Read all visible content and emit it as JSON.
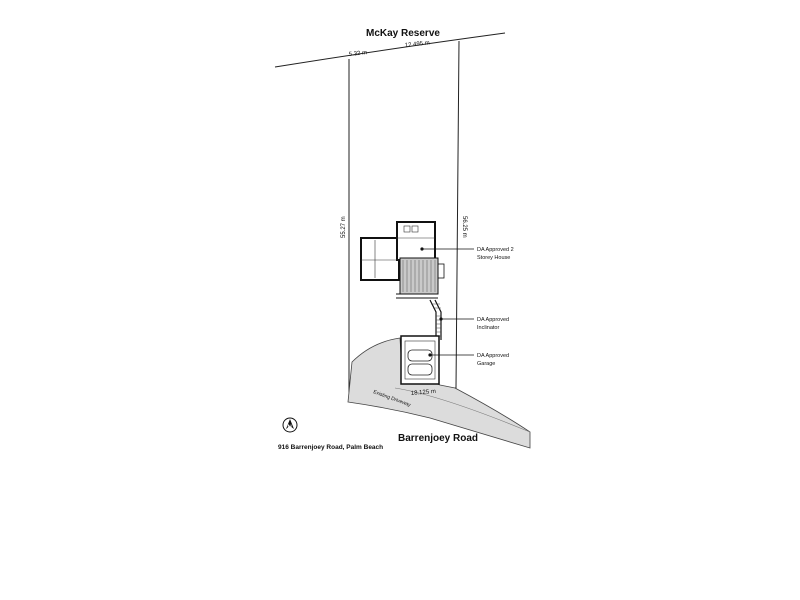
{
  "labels": {
    "north_boundary": "McKay Reserve",
    "south_boundary": "Barrenjoey Road",
    "address": "916 Barrenjoey Road, Palm Beach"
  },
  "dimensions": {
    "top_left": "5.32 m",
    "top_right": "12.495 m",
    "west": "55.27 m",
    "east": "56.25 m",
    "bottom": "18.125 m"
  },
  "annotations": {
    "house_line1": "DA Approved 2",
    "house_line2": "Storey House",
    "inclinator_line1": "DA Approved",
    "inclinator_line2": "Inclinator",
    "garage_line1": "DA Approved",
    "garage_line2": "Garage",
    "driveway": "Existing Driveway"
  },
  "icons": {
    "north_arrow": "north-arrow-icon"
  }
}
